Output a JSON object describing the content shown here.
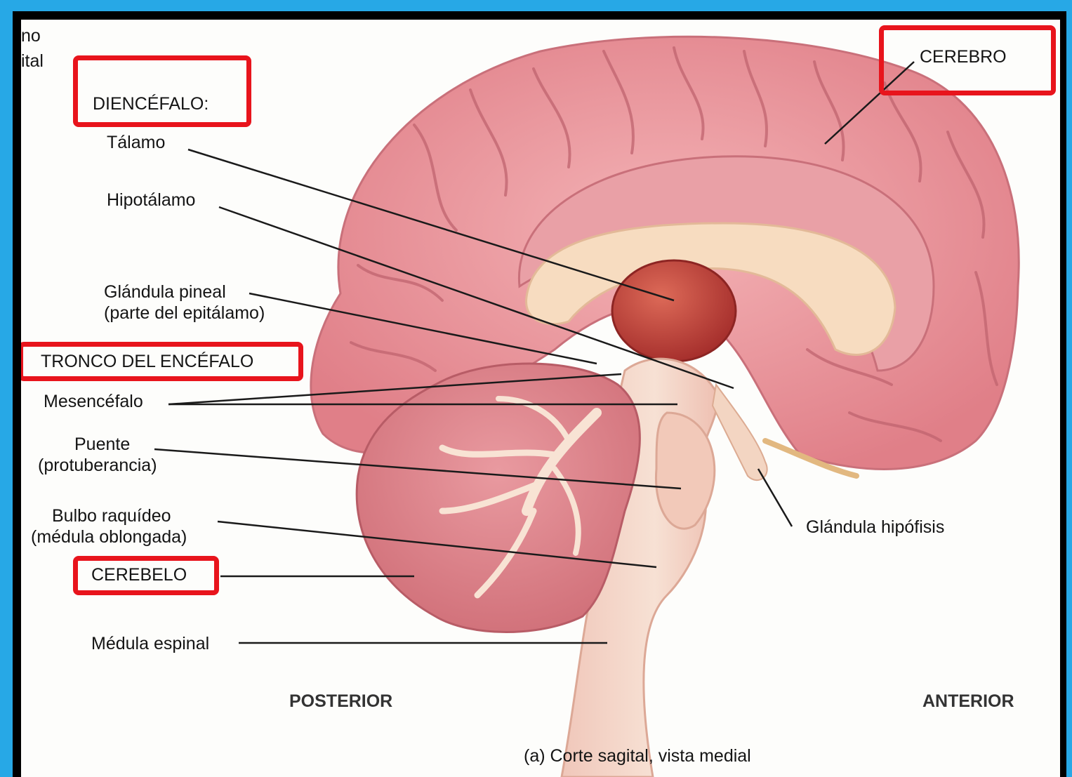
{
  "header_fragment": {
    "line1": "no",
    "line2": "ital"
  },
  "regions": {
    "diencephalon": "DIENCÉFALO:",
    "brainstem": "TRONCO DEL ENCÉFALO",
    "cerebellum": "CEREBELO",
    "cerebrum": "CEREBRO"
  },
  "labels": {
    "thalamus": "Tálamo",
    "hypothalamus": "Hipotálamo",
    "pineal_line1": "Glándula pineal",
    "pineal_line2": "(parte del epitálamo)",
    "midbrain": "Mesencéfalo",
    "pons_line1": "Puente",
    "pons_line2": "(protuberancia)",
    "medulla_line1": "Bulbo raquídeo",
    "medulla_line2": "(médula oblongada)",
    "spinal_cord": "Médula espinal",
    "pituitary": "Glándula hipófisis"
  },
  "orientation": {
    "posterior": "POSTERIOR",
    "anterior": "ANTERIOR"
  },
  "caption": "(a) Corte sagital, vista medial",
  "colors": {
    "highlight": "#e8141c",
    "cerebrum": "#e58f97",
    "cerebellum": "#d9787f",
    "thalamus": "#b83a35",
    "brainstem": "#f3d7c4",
    "background": "#27a8e6"
  }
}
